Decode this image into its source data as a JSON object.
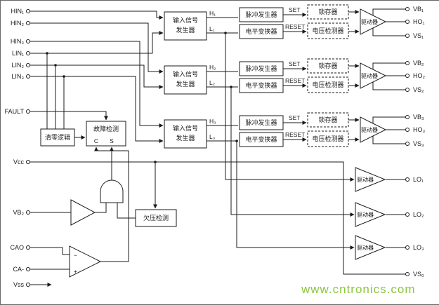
{
  "watermark": {
    "text": "www.cntronics.com",
    "color": "#8cc63e"
  },
  "pins": {
    "hin1": "HIN₁",
    "hin2": "HIN₂",
    "hin3": "HIN₃",
    "lin1": "LIN₁",
    "lin2": "LIN₂",
    "lin3": "LIN₃",
    "fault": "FAULT",
    "vcc": "Vcc",
    "vb2_in": "VB₂",
    "cao": "CAO",
    "ca_minus": "CA-",
    "vss": "Vss",
    "vb1": "VB₁",
    "ho1": "HO₁",
    "vs1": "VS₁",
    "vb2": "VB₂",
    "ho2": "HO₂",
    "vs2": "VS₂",
    "vb3": "VB₃",
    "ho3": "HO₃",
    "vs3": "VS₃",
    "lo1": "LO₁",
    "lo2": "LO₂",
    "lo3": "LO₃",
    "vs0": "VS₀"
  },
  "blocks": {
    "input_gen_line1": "输入信号",
    "input_gen_line2": "发生器",
    "pulse_gen": "脉冲发生器",
    "level_conv": "电平变换器",
    "latch": "锁存器",
    "volt_det": "电压检测器",
    "driver": "驱动器",
    "clear_logic": "清零逻辑",
    "fault_det": "故障检测",
    "uv_det": "欠压检测"
  },
  "labels": {
    "h1": "H₁",
    "l1": "L₁",
    "h2": "H₂",
    "l2": "L₂",
    "h3": "H₃",
    "l3": "L₃",
    "set": "SET",
    "reset": "RESET",
    "c": "C",
    "s": "S",
    "opamp_minus": "−",
    "opamp_plus": "+"
  },
  "colors": {
    "line": "#1a1a1a",
    "watermark": "#8cc63e"
  }
}
